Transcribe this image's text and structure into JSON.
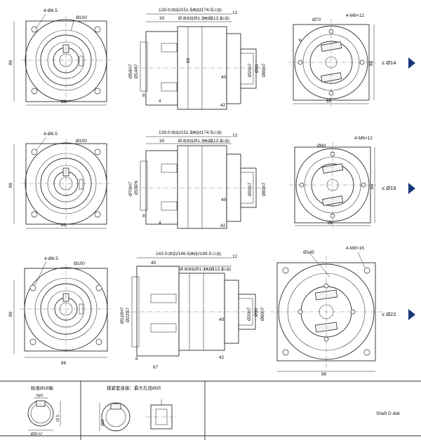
{
  "row1": {
    "front": {
      "holes": "4-Ø6.5",
      "pcd": "Ø100",
      "width": "86",
      "height": "86"
    },
    "side": {
      "len_total": "128.0",
      "len_total_sub": "(单段)",
      "len_2stage": "/151.5",
      "len_2stage_sub": "(两段)",
      "len_3stage": "/174.5",
      "len_3stage_sub": "(三段)",
      "d30": "30",
      "d_input": "Ø.8",
      "d_input_sub": "(单段)",
      "d_input2": "/91.3",
      "d_input2_sub": "(两段)",
      "d_input3": "/113.3",
      "d_input3_sub": "(三段)",
      "d12": "12",
      "d_pilot": "Ø50H7",
      "d_pilot2": "Ø14H7",
      "d86": "86",
      "d_shaft": "Ø20h7",
      "d_flange": "Ø80h7",
      "d_s30": "Ø30",
      "d40": "40",
      "d8": "8",
      "d4": "4",
      "d42": "42"
    },
    "end": {
      "holes": "4-M6×12",
      "d70": "Ø70",
      "d6": "6",
      "d86": "86",
      "side": "86",
      "arrow": "≤ Ø14"
    }
  },
  "row2": {
    "front": {
      "holes": "4-Ø6.5",
      "pcd": "Ø100",
      "width": "86",
      "height": "86"
    },
    "side": {
      "len_total": "128.0",
      "len_total_sub": "(单段)",
      "len_2stage": "/151.5",
      "len_2stage_sub": "(两段)",
      "len_3stage": "/174.5",
      "len_3stage_sub": "(三段)",
      "d30": "30",
      "d_input": "Ø.8",
      "d_input_sub": "(单段)",
      "d_input2": "/91.3",
      "d_input2_sub": "(两段)",
      "d_input3": "/113.3",
      "d_input3_sub": "(三段)",
      "d12": "12",
      "d_pilot": "Ø70H7",
      "d_pilot2": "Ø19P6",
      "d_shaft": "Ø20h7",
      "d_flange": "Ø80h7",
      "d40": "40",
      "d8": "8",
      "d4": "4",
      "d42": "42"
    },
    "end": {
      "holes": "4-M6×12",
      "d90": "Ø90",
      "d86": "86",
      "side": "86",
      "arrow": "≤ Ø19"
    }
  },
  "row3": {
    "front": {
      "holes": "4-Ø6.5",
      "pcd": "Ø100",
      "width": "86",
      "height": "86"
    },
    "side": {
      "len_total": "143.0",
      "len_total_sub": "(单段)",
      "len_2stage": "/166.5",
      "len_2stage_sub": "(两段)",
      "len_3stage": "/189.5",
      "len_3stage_sub": "(三段)",
      "d45": "45",
      "d_input": "Ø.8",
      "d_input_sub": "(单段)",
      "d_input2": "/91.3",
      "d_input2_sub": "(两段)",
      "d_input3": "/113.3",
      "d_input3_sub": "(三段)",
      "d12": "12",
      "d_pilot": "Ø110H7",
      "d_pilot2": "Ø22G7",
      "d_shaft": "Ø20h7",
      "d_flange": "Ø80h7",
      "d_s30": "Ø30",
      "d40": "40",
      "d8": "8",
      "d67": "67",
      "d42": "42"
    },
    "end": {
      "holes": "4-M8×16",
      "d145": "Ø145",
      "d86": "86",
      "arrow": "≤ Ø22"
    }
  },
  "bottom": {
    "shaft_title": "标准Ø16轴",
    "shaft_key": "6js9",
    "shaft_d": "Ø20 h7",
    "shaft_h": "22.5",
    "clamp_title": "锁紧套连接：最大孔径Ø35",
    "clamp_label": "Ø35",
    "model_label": "Shaft D dial"
  },
  "colors": {
    "line": "#2b2b2b",
    "arrow": "#1a3a7a",
    "background": "#ffffff"
  }
}
